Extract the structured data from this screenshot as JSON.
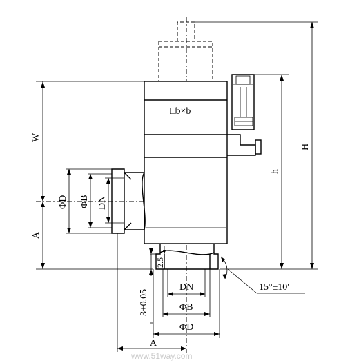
{
  "labels": {
    "b_x_b": "□b×b",
    "W": "W",
    "A_left": "A",
    "A_bottom": "A",
    "phiD_side": "ΦD",
    "phiB_side": "ΦB",
    "DN_side": "DN",
    "h": "h",
    "H": "H",
    "tol_3": "3±0.05",
    "dim_2_5": "2.5",
    "DN_bottom": "DN",
    "phiB_bottom": "ΦB",
    "phiD_bottom": "ΦD",
    "angle": "15°±10′"
  },
  "watermark": "www.51way.com"
}
